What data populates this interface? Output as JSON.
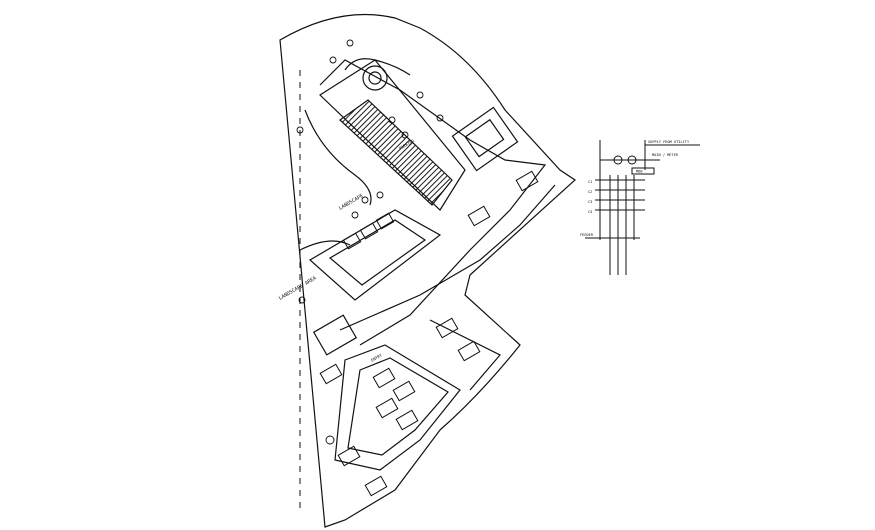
{
  "drawing": {
    "stroke_color": "#111111",
    "background": "#ffffff",
    "hatch_color": "#1a1a1a",
    "labels": {
      "site_plan_label_1": "LANDSCAPE",
      "site_plan_label_2": "LANDSCAPE AREA",
      "driveway_label": "ENTRY",
      "parking_label": "PARKING"
    },
    "schematic": {
      "header_1": "SUPPLY FROM UTILITY",
      "header_2": "MAIN / METER",
      "panel_label": "MDB",
      "feeder_label": "FEEDER",
      "circuit_labels": [
        "C1",
        "C2",
        "C3",
        "C4"
      ]
    }
  }
}
